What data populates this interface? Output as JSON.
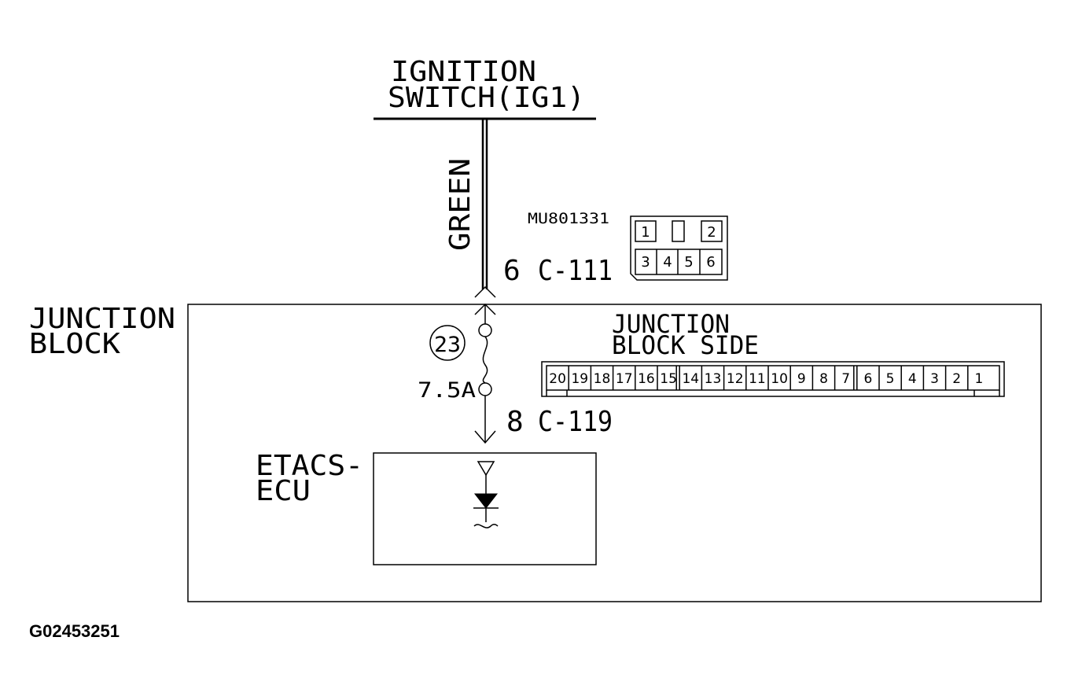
{
  "source": {
    "label_line1": "IGNITION",
    "label_line2": "SWITCH(IG1)"
  },
  "wire": {
    "color_label": "GREEN"
  },
  "connector_c111": {
    "pin": "6",
    "id": "C-111",
    "part_number": "MU801331",
    "pins_top": [
      "1",
      "2"
    ],
    "pins_bottom": [
      "3",
      "4",
      "5",
      "6"
    ]
  },
  "junction_block": {
    "label_line1": "JUNCTION",
    "label_line2": "BLOCK",
    "side_label_line1": "JUNCTION",
    "side_label_line2": "BLOCK SIDE",
    "fuse_number": "23",
    "fuse_rating": "7.5A",
    "connector_pins": [
      "20",
      "19",
      "18",
      "17",
      "16",
      "15",
      "14",
      "13",
      "12",
      "11",
      "10",
      "9",
      "8",
      "7",
      "6",
      "5",
      "4",
      "3",
      "2",
      "1"
    ]
  },
  "connector_c119": {
    "pin": "8",
    "id": "C-119"
  },
  "ecu": {
    "label_line1": "ETACS-",
    "label_line2": "ECU"
  },
  "figure_id": "G02453251"
}
